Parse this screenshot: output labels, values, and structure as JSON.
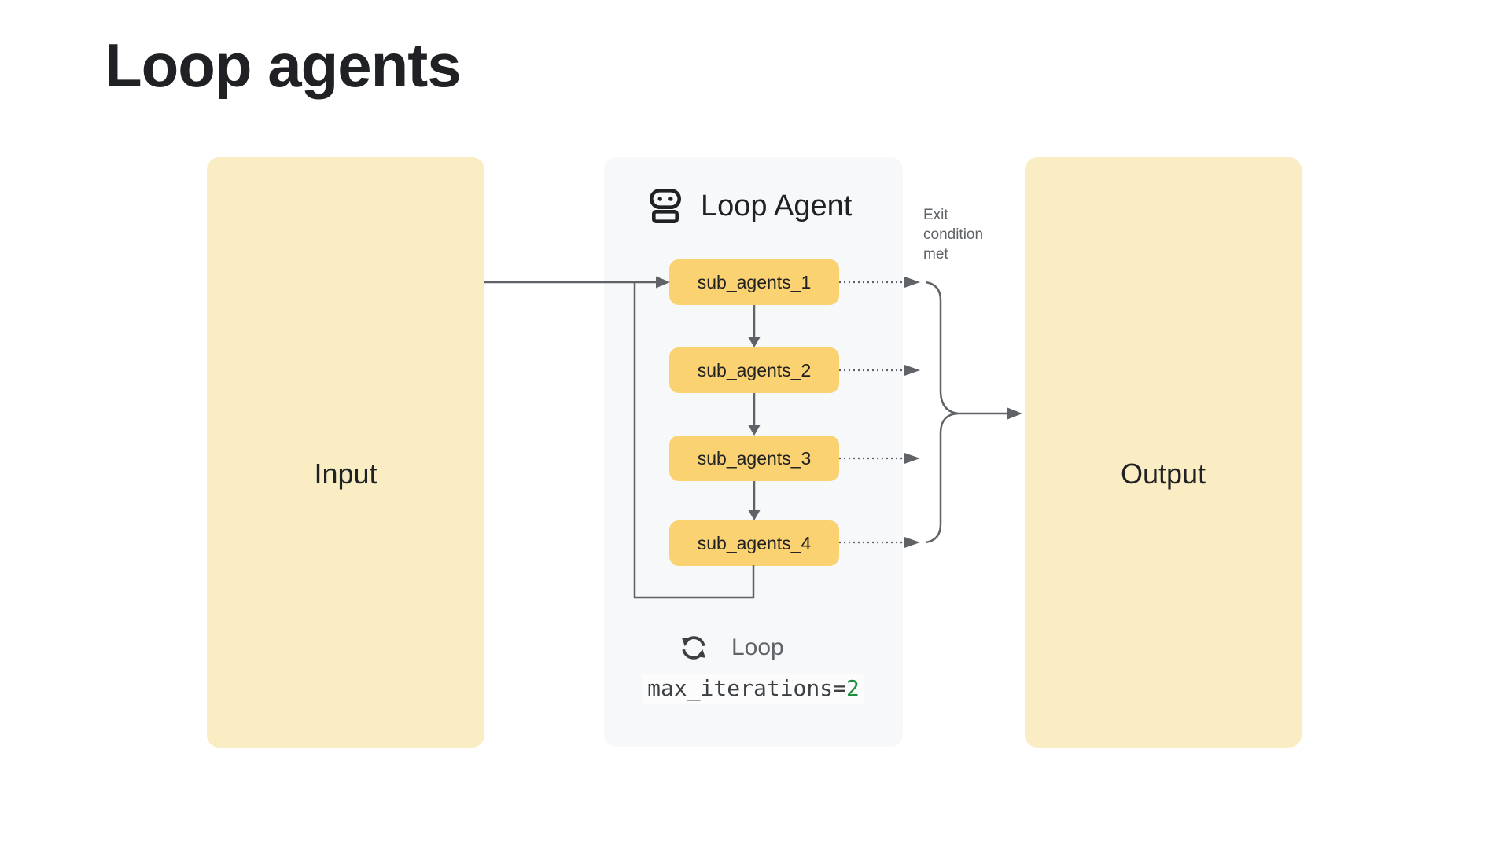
{
  "page_title": "Loop agents",
  "diagram": {
    "input": {
      "label": "Input"
    },
    "output": {
      "label": "Output"
    },
    "loop_agent": {
      "title": "Loop Agent",
      "sub_agents": [
        "sub_agents_1",
        "sub_agents_2",
        "sub_agents_3",
        "sub_agents_4"
      ],
      "loop_label": "Loop",
      "code_text": "max_iterations=",
      "code_value": "2"
    },
    "exit_condition_label": "Exit condition met"
  },
  "icons": {
    "robot": "robot-icon",
    "loop": "loop-refresh-icon"
  },
  "colors": {
    "io-fill": "#FAEDC3",
    "panel-fill": "#F6F8FA",
    "agent-fill": "#FBD271",
    "line": "#5F6368",
    "text-dark": "#202124",
    "text-gray": "#5F6368",
    "code-bg": "#FCFCFD",
    "code-text": "#3C4043",
    "code-value": "#1E8E3E"
  }
}
